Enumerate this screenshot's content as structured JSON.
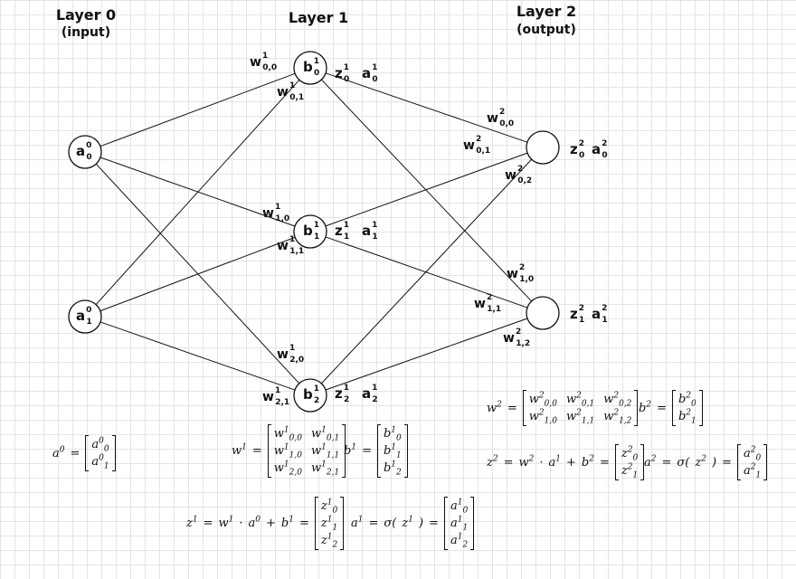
{
  "layers": [
    {
      "title": "Layer 0",
      "subtitle": "(input)"
    },
    {
      "title": "Layer 1",
      "subtitle": ""
    },
    {
      "title": "Layer 2",
      "subtitle": "(output)"
    }
  ],
  "nodes": {
    "a0_0": {
      "base": "a",
      "sup": "0",
      "sub": "0"
    },
    "a0_1": {
      "base": "a",
      "sup": "0",
      "sub": "1"
    },
    "b1_0": {
      "base": "b",
      "sup": "1",
      "sub": "0"
    },
    "b1_1": {
      "base": "b",
      "sup": "1",
      "sub": "1"
    },
    "b1_2": {
      "base": "b",
      "sup": "1",
      "sub": "2"
    }
  },
  "layer1_outputs": [
    {
      "z": {
        "base": "z",
        "sup": "1",
        "sub": "0"
      },
      "a": {
        "base": "a",
        "sup": "1",
        "sub": "0"
      }
    },
    {
      "z": {
        "base": "z",
        "sup": "1",
        "sub": "1"
      },
      "a": {
        "base": "a",
        "sup": "1",
        "sub": "1"
      }
    },
    {
      "z": {
        "base": "z",
        "sup": "1",
        "sub": "2"
      },
      "a": {
        "base": "a",
        "sup": "1",
        "sub": "2"
      }
    }
  ],
  "layer2_outputs": [
    {
      "z": {
        "base": "z",
        "sup": "2",
        "sub": "0"
      },
      "a": {
        "base": "a",
        "sup": "2",
        "sub": "0"
      }
    },
    {
      "z": {
        "base": "z",
        "sup": "2",
        "sub": "1"
      },
      "a": {
        "base": "a",
        "sup": "2",
        "sub": "1"
      }
    }
  ],
  "weights_layer1": [
    {
      "base": "w",
      "sup": "1",
      "sub": "0,0"
    },
    {
      "base": "w",
      "sup": "1",
      "sub": "0,1"
    },
    {
      "base": "w",
      "sup": "1",
      "sub": "1,0"
    },
    {
      "base": "w",
      "sup": "1",
      "sub": "1,1"
    },
    {
      "base": "w",
      "sup": "1",
      "sub": "2,0"
    },
    {
      "base": "w",
      "sup": "1",
      "sub": "2,1"
    }
  ],
  "weights_layer2": [
    {
      "base": "w",
      "sup": "2",
      "sub": "0,0"
    },
    {
      "base": "w",
      "sup": "2",
      "sub": "0,1"
    },
    {
      "base": "w",
      "sup": "2",
      "sub": "0,2"
    },
    {
      "base": "w",
      "sup": "2",
      "sub": "1,0"
    },
    {
      "base": "w",
      "sup": "2",
      "sub": "1,1"
    },
    {
      "base": "w",
      "sup": "2",
      "sub": "1,2"
    }
  ],
  "equations": {
    "a0": {
      "lhs_base": "a",
      "lhs_sup": "0",
      "eq": "=",
      "vec": [
        [
          "a",
          "0",
          "0"
        ],
        [
          "a",
          "0",
          "1"
        ]
      ]
    },
    "w1": {
      "lhs_base": "w",
      "lhs_sup": "1",
      "eq": "=",
      "mat": [
        [
          [
            "w",
            "1",
            "0,0"
          ],
          [
            "w",
            "1",
            "0,1"
          ]
        ],
        [
          [
            "w",
            "1",
            "1,0"
          ],
          [
            "w",
            "1",
            "1,1"
          ]
        ],
        [
          [
            "w",
            "1",
            "2,0"
          ],
          [
            "w",
            "1",
            "2,1"
          ]
        ]
      ]
    },
    "b1": {
      "lhs_base": "b",
      "lhs_sup": "1",
      "eq": "=",
      "vec": [
        [
          "b",
          "1",
          "0"
        ],
        [
          "b",
          "1",
          "1"
        ],
        [
          "b",
          "1",
          "2"
        ]
      ]
    },
    "z1": {
      "text": [
        "z",
        "1",
        "=",
        "w",
        "1",
        "·",
        "a",
        "0",
        "+",
        "b",
        "1",
        "="
      ],
      "vec": [
        [
          "z",
          "1",
          "0"
        ],
        [
          "z",
          "1",
          "1"
        ],
        [
          "z",
          "1",
          "2"
        ]
      ]
    },
    "a1": {
      "lhs_base": "a",
      "lhs_sup": "1",
      "eq": "=",
      "func": "σ",
      "arg_base": "z",
      "arg_sup": "1",
      "vec": [
        [
          "a",
          "1",
          "0"
        ],
        [
          "a",
          "1",
          "1"
        ],
        [
          "a",
          "1",
          "2"
        ]
      ]
    },
    "w2": {
      "lhs_base": "w",
      "lhs_sup": "2",
      "eq": "=",
      "mat": [
        [
          [
            "w",
            "2",
            "0,0"
          ],
          [
            "w",
            "2",
            "0,1"
          ],
          [
            "w",
            "2",
            "0,2"
          ]
        ],
        [
          [
            "w",
            "2",
            "1,0"
          ],
          [
            "w",
            "2",
            "1,1"
          ],
          [
            "w",
            "2",
            "1,2"
          ]
        ]
      ]
    },
    "b2": {
      "lhs_base": "b",
      "lhs_sup": "2",
      "eq": "=",
      "vec": [
        [
          "b",
          "2",
          "0"
        ],
        [
          "b",
          "2",
          "1"
        ]
      ]
    },
    "z2": {
      "text": [
        "z",
        "2",
        "=",
        "w",
        "2",
        "·",
        "a",
        "1",
        "+",
        "b",
        "2",
        "="
      ],
      "vec": [
        [
          "z",
          "2",
          "0"
        ],
        [
          "z",
          "2",
          "1"
        ]
      ]
    },
    "a2": {
      "lhs_base": "a",
      "lhs_sup": "2",
      "eq": "=",
      "func": "σ",
      "arg_base": "z",
      "arg_sup": "2",
      "vec": [
        [
          "a",
          "2",
          "0"
        ],
        [
          "a",
          "2",
          "1"
        ]
      ]
    }
  },
  "colors": {
    "ink": "#111111",
    "grid": "#e4e4e4",
    "background": "#ffffff"
  }
}
